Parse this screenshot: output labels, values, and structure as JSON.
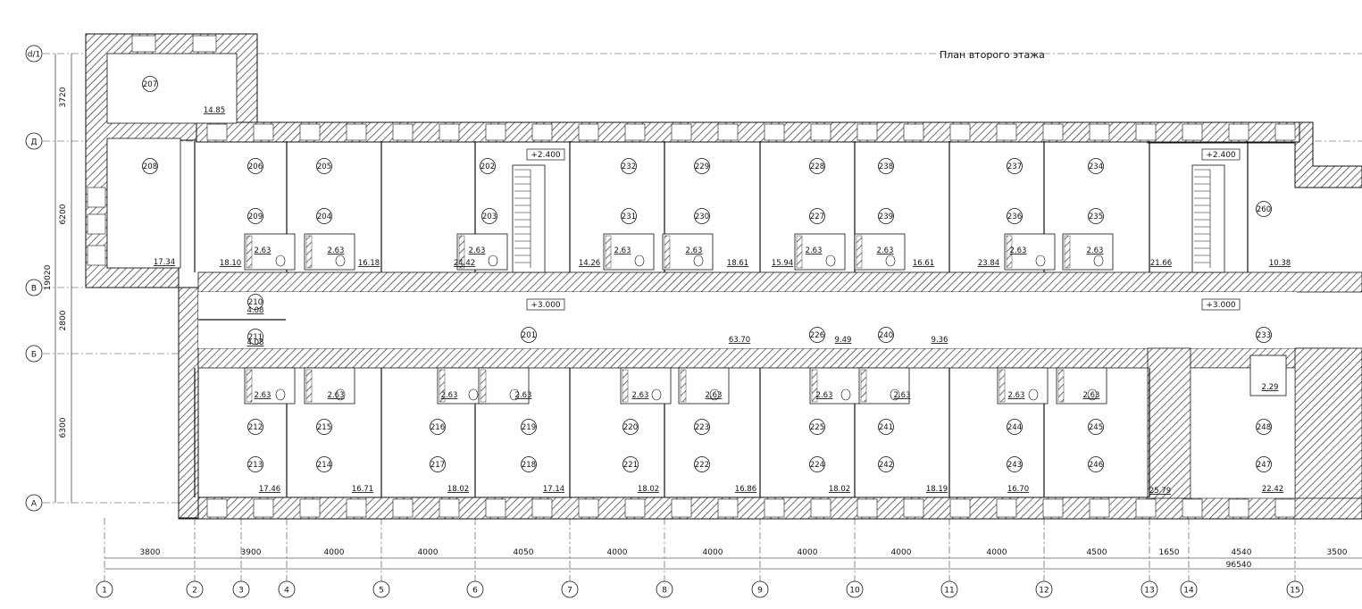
{
  "title": "План второго этажа",
  "colors": {
    "wall": "#222222",
    "line": "#111111",
    "paper": "#ffffff"
  },
  "level_marks": [
    "+2.400",
    "+3.000",
    "+3.000",
    "+2.400"
  ],
  "axes": {
    "rows": [
      "d/1",
      "Д",
      "В",
      "Б",
      "А"
    ],
    "columns": [
      "1",
      "2",
      "3",
      "4",
      "5",
      "6",
      "7",
      "8",
      "9",
      "10",
      "11",
      "12",
      "13",
      "14",
      "15"
    ]
  },
  "dimensions": {
    "vertical": [
      "3720",
      "6200",
      "2800",
      "6300"
    ],
    "vertical_total": "19020",
    "horizontal": [
      "3800",
      "3900",
      "4000",
      "4000",
      "4050",
      "4000",
      "4000",
      "4000",
      "4000",
      "4000",
      "4500",
      "1650",
      "4540",
      "3500"
    ],
    "horizontal_total": "96540"
  },
  "rooms": [
    {
      "num": "207",
      "area": "14.85"
    },
    {
      "num": "208",
      "area": "17.34"
    },
    {
      "num": "206",
      "area": "18.10"
    },
    {
      "num": "205",
      "area": "16.18"
    },
    {
      "num": "202",
      "area": "24.42"
    },
    {
      "num": "232",
      "area": "14.26"
    },
    {
      "num": "229",
      "area": "18.61"
    },
    {
      "num": "228",
      "area": "15.94"
    },
    {
      "num": "238",
      "area": "16.61"
    },
    {
      "num": "237",
      "area": "23.84"
    },
    {
      "num": "234",
      "area": "21.66"
    },
    {
      "num": "260",
      "area": "10.38"
    },
    {
      "num": "209",
      "area": "2.63"
    },
    {
      "num": "204",
      "area": "2.63"
    },
    {
      "num": "203",
      "area": "2.63"
    },
    {
      "num": "231",
      "area": "2.63"
    },
    {
      "num": "230",
      "area": "2.63"
    },
    {
      "num": "227",
      "area": "2.63"
    },
    {
      "num": "239",
      "area": "2.63"
    },
    {
      "num": "236",
      "area": "2.63"
    },
    {
      "num": "235",
      "area": "2.63"
    },
    {
      "num": "210",
      "area": "4.08"
    },
    {
      "num": "211",
      "area": "4.08"
    },
    {
      "num": "201",
      "area": "63.70"
    },
    {
      "num": "226",
      "area": "9.49"
    },
    {
      "num": "240",
      "area": "9.36"
    },
    {
      "num": "233",
      "area": ""
    },
    {
      "num": "212",
      "area": "2.63"
    },
    {
      "num": "215",
      "area": "2.63"
    },
    {
      "num": "216",
      "area": "2.63"
    },
    {
      "num": "219",
      "area": "2.63"
    },
    {
      "num": "220",
      "area": "2.63"
    },
    {
      "num": "223",
      "area": "2.63"
    },
    {
      "num": "225",
      "area": "2.63"
    },
    {
      "num": "241",
      "area": "2.63"
    },
    {
      "num": "244",
      "area": "2.63"
    },
    {
      "num": "245",
      "area": "2.63"
    },
    {
      "num": "248",
      "area": "2.29"
    },
    {
      "num": "213",
      "area": "17.46"
    },
    {
      "num": "214",
      "area": "16.71"
    },
    {
      "num": "217",
      "area": "18.02"
    },
    {
      "num": "218",
      "area": "17.14"
    },
    {
      "num": "221",
      "area": "18.02"
    },
    {
      "num": "222",
      "area": "16.86"
    },
    {
      "num": "224",
      "area": "18.02"
    },
    {
      "num": "242",
      "area": "18.19"
    },
    {
      "num": "243",
      "area": "16.70"
    },
    {
      "num": "246",
      "area": "25.79"
    },
    {
      "num": "247",
      "area": "22.42"
    }
  ]
}
